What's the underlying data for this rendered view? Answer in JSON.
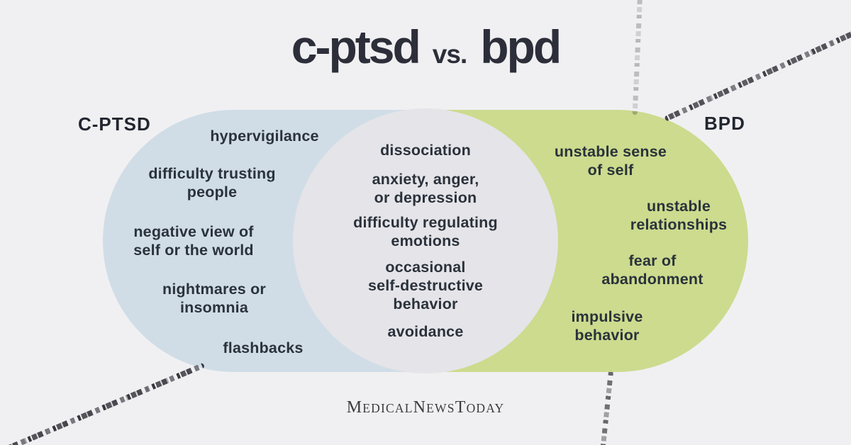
{
  "title": {
    "term_left": "c-ptsd",
    "separator": "vs.",
    "term_right": "bpd"
  },
  "venn": {
    "left": {
      "label": "C-PTSD",
      "fill_color": "#d0dde7",
      "items": [
        [
          "hypervigilance"
        ],
        [
          "difficulty trusting",
          "people"
        ],
        [
          "negative view of",
          "self or the world"
        ],
        [
          "nightmares or",
          "insomnia"
        ],
        [
          "flashbacks"
        ]
      ]
    },
    "overlap": {
      "fill_color": "#e5e4e9",
      "items": [
        [
          "dissociation"
        ],
        [
          "anxiety, anger,",
          "or depression"
        ],
        [
          "difficulty regulating",
          "emotions"
        ],
        [
          "occasional",
          "self-destructive",
          "behavior"
        ],
        [
          "avoidance"
        ]
      ]
    },
    "right": {
      "label": "BPD",
      "fill_color": "#ccdb8e",
      "items": [
        [
          "unstable sense",
          "of self"
        ],
        [
          "unstable",
          "relationships"
        ],
        [
          "fear of",
          "abandonment"
        ],
        [
          "impulsive",
          "behavior"
        ]
      ]
    }
  },
  "footer": {
    "brand": "MedicalNewsToday",
    "brand_segments": [
      "M",
      "edical",
      "N",
      "ews",
      "T",
      "oday"
    ]
  },
  "colors": {
    "background": "#f0f0f2",
    "left_fill": "#d0dde7",
    "overlap_fill": "#e5e4e9",
    "right_fill": "#ccdb8e",
    "ink": "#2a323b",
    "title_ink": "#2c2e39"
  }
}
